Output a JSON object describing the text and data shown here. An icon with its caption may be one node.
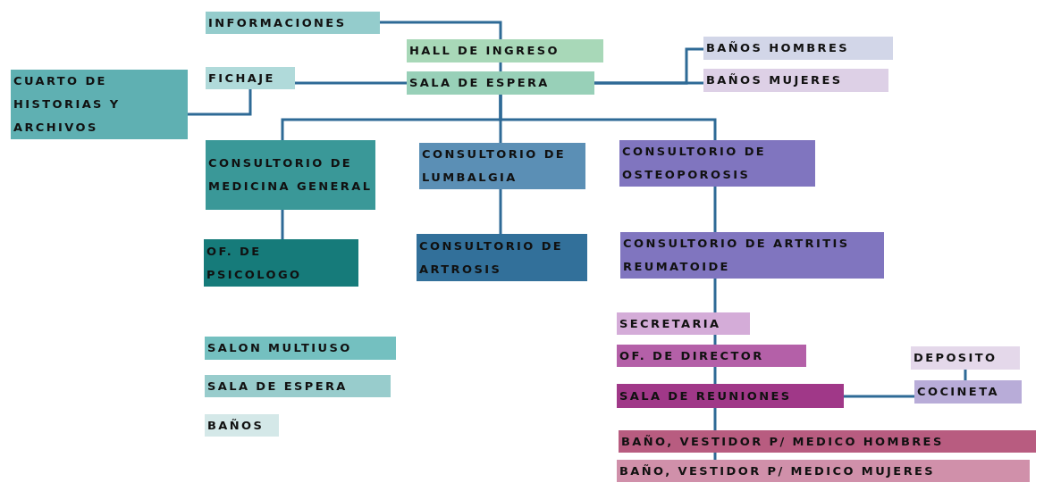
{
  "diagram": {
    "nodes": [
      {
        "text": [
          "INFORMACIONES"
        ]
      },
      {
        "text": [
          "HALL DE INGRESO"
        ]
      },
      {
        "text": [
          "SALA DE ESPERA"
        ]
      },
      {
        "text": [
          "CUARTO DE HISTORIAS Y ARCHIVOS"
        ]
      },
      {
        "text": [
          "FICHAJE"
        ]
      },
      {
        "text": [
          "BAÑOS HOMBRES"
        ]
      },
      {
        "text": [
          "BAÑOS MUJERES"
        ]
      },
      {
        "text": [
          "CONSULTORIO DE MEDICINA GENERAL"
        ]
      },
      {
        "text": [
          "CONSULTORIO DE LUMBALGIA"
        ]
      },
      {
        "text": [
          "CONSULTORIO DE OSTEOPOROSIS"
        ]
      },
      {
        "text": [
          "OF. DE PSICOLOGO"
        ]
      },
      {
        "text": [
          "CONSULTORIO DE ARTROSIS"
        ]
      },
      {
        "text": [
          "CONSULTORIO DE ARTRITIS REUMATOIDE"
        ]
      },
      {
        "text": [
          "SECRETARIA"
        ]
      },
      {
        "text": [
          "OF. DE DIRECTOR"
        ]
      },
      {
        "text": [
          "DEPOSITO"
        ]
      },
      {
        "text": [
          "SALA DE REUNIONES"
        ]
      },
      {
        "text": [
          "COCINETA"
        ]
      },
      {
        "text": [
          "BAÑO, VESTIDOR P/ MEDICO HOMBRES"
        ]
      },
      {
        "text": [
          "BAÑO, VESTIDOR P/ MEDICO MUJERES"
        ]
      },
      {
        "text": [
          "SALON MULTIUSO"
        ]
      },
      {
        "text": [
          "SALA DE ESPERA"
        ]
      },
      {
        "text": [
          "BAÑOS"
        ]
      }
    ],
    "edges": [
      {
        "from": 0,
        "to": 1,
        "arrow": "none"
      },
      {
        "from": 1,
        "to": 2,
        "arrow": "none"
      },
      {
        "from": 4,
        "to": 2,
        "arrow": "none"
      },
      {
        "from": 3,
        "to": 4,
        "arrow": "none"
      },
      {
        "from": 2,
        "to": 5,
        "arrow": "none"
      },
      {
        "from": 2,
        "to": 6,
        "arrow": "none"
      },
      {
        "from": 2,
        "to": 7,
        "arrow": "none"
      },
      {
        "from": 2,
        "to": 8,
        "arrow": "none"
      },
      {
        "from": 2,
        "to": 9,
        "arrow": "none"
      },
      {
        "from": 7,
        "to": 10,
        "arrow": "none"
      },
      {
        "from": 8,
        "to": 11,
        "arrow": "none"
      },
      {
        "from": 9,
        "to": 12,
        "arrow": "none"
      },
      {
        "from": 12,
        "to": 13,
        "arrow": "none"
      },
      {
        "from": 13,
        "to": 14,
        "arrow": "none"
      },
      {
        "from": 14,
        "to": 16,
        "arrow": "none"
      },
      {
        "from": 16,
        "to": 18,
        "arrow": "none"
      },
      {
        "from": 18,
        "to": 19,
        "arrow": "none"
      },
      {
        "from": 16,
        "to": 17,
        "arrow": "none"
      },
      {
        "from": 15,
        "to": 17,
        "arrow": "none"
      }
    ]
  }
}
